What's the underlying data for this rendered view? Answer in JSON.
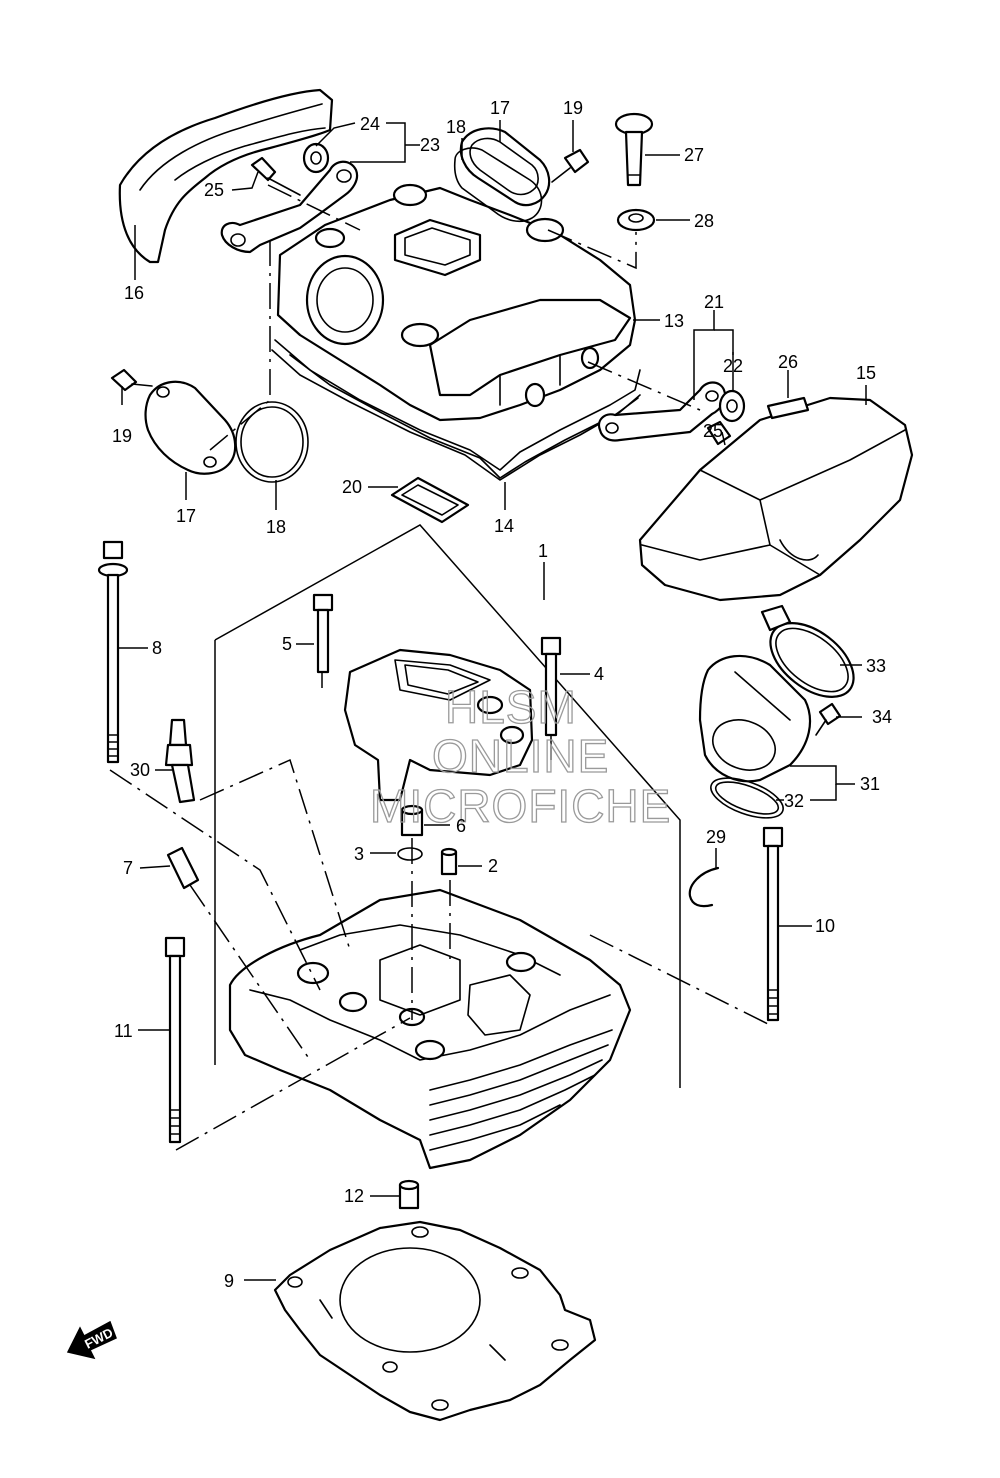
{
  "watermark": {
    "line1": "HLSM",
    "line2": "ONLINE",
    "line3": "MICROFICHE"
  },
  "fwd_label": "FWD",
  "callouts": [
    "1",
    "2",
    "3",
    "4",
    "5",
    "6",
    "7",
    "8",
    "9",
    "10",
    "11",
    "12",
    "13",
    "14",
    "15",
    "16",
    "17",
    "18",
    "19",
    "20",
    "21",
    "22",
    "23",
    "24",
    "25",
    "26",
    "27",
    "28",
    "29",
    "30",
    "31",
    "32",
    "33",
    "34"
  ],
  "callout_extra": {
    "17b": "17",
    "18b": "18",
    "19b": "19",
    "25b": "25"
  }
}
